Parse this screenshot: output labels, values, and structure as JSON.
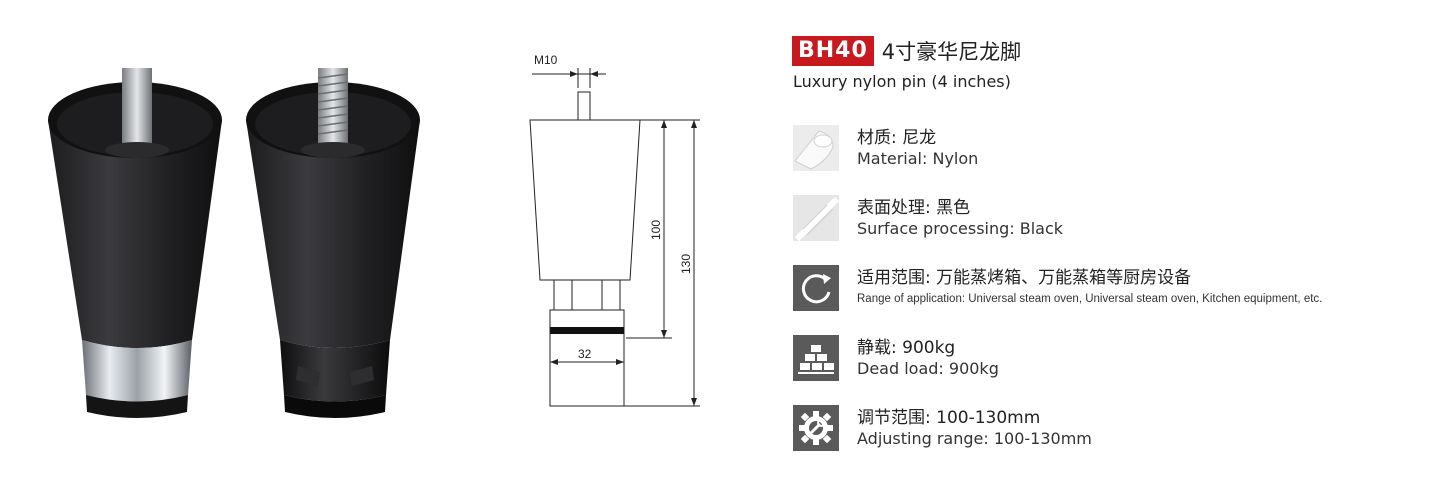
{
  "product": {
    "model": "BH40",
    "name_cn": "4寸豪华尼龙脚",
    "name_en": "Luxury nylon pin (4 inches)"
  },
  "drawing": {
    "thread_label": "M10",
    "dim_height_body": "100",
    "dim_height_total": "130",
    "dim_diameter_base": "32"
  },
  "specs": [
    {
      "icon": "material-swatch-icon",
      "cn": "材质: 尼龙",
      "en": "Material: Nylon"
    },
    {
      "icon": "surface-swatch-icon",
      "cn": "表面处理: 黑色",
      "en": "Surface processing:  Black"
    },
    {
      "icon": "rotate-icon",
      "cn": "适用范围: 万能蒸烤箱、万能蒸箱等厨房设备",
      "en": "Range of application: Universal steam oven, Universal steam oven, Kitchen equipment, etc."
    },
    {
      "icon": "bricks-load-icon",
      "cn": "静载: 900kg",
      "en": "Dead load: 900kg"
    },
    {
      "icon": "gear-wrench-icon",
      "cn": "调节范围: 100-130mm",
      "en": "Adjusting range: 100-130mm"
    }
  ],
  "colors": {
    "badge": "#c8191e",
    "icon_bg": "#5a5a5a"
  }
}
